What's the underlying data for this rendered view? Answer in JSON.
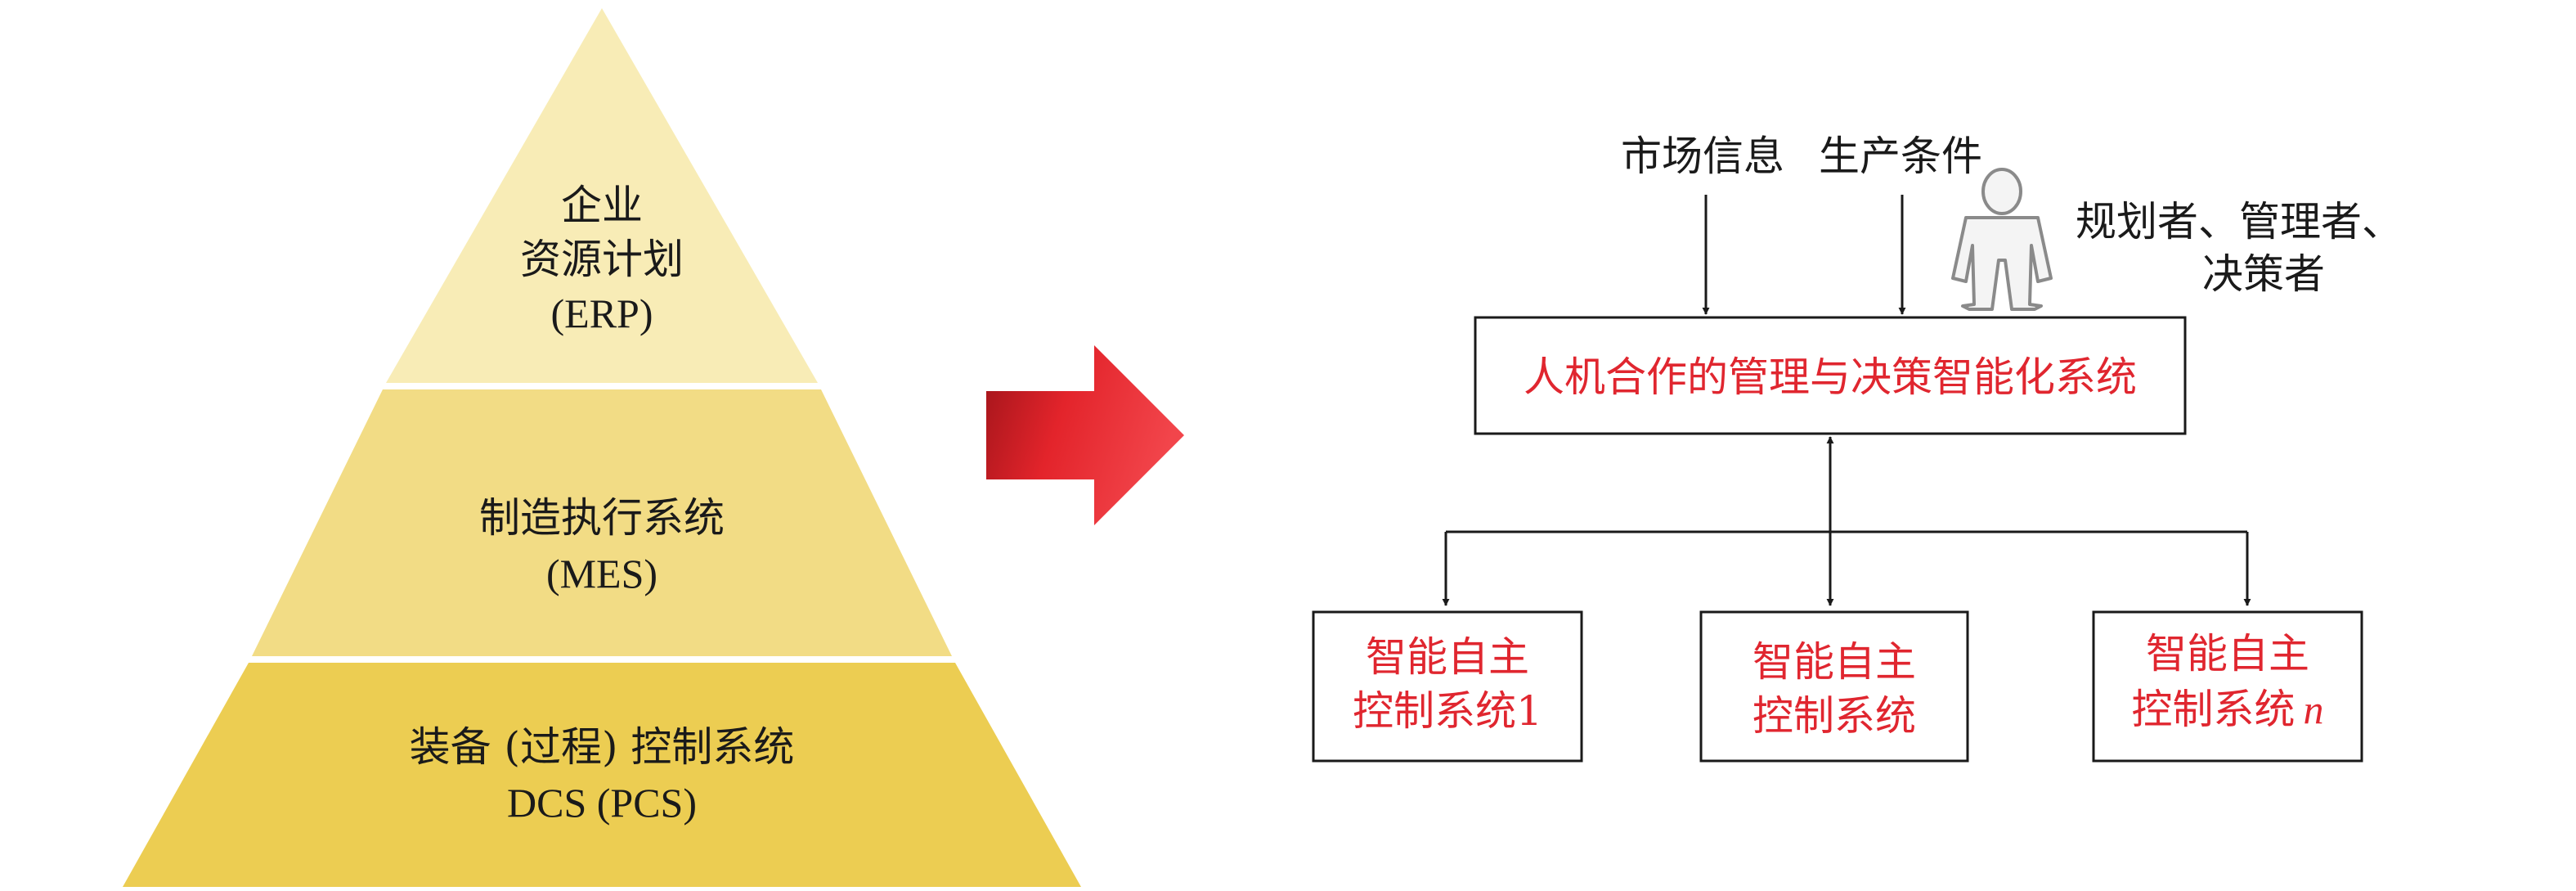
{
  "pyramid": {
    "top": {
      "lines": [
        "企业",
        "资源计划",
        "(ERP)"
      ]
    },
    "middle": {
      "lines": [
        "制造执行系统",
        "(MES)"
      ]
    },
    "bottom": {
      "lines": [
        "装备 (过程) 控制系统",
        "DCS (PCS)"
      ]
    },
    "colors": {
      "top": "#f8ecb6",
      "middle": "#f2dc85",
      "bottom": "#eccd52"
    }
  },
  "arrow": {
    "color": "#e3242b"
  },
  "inputs": {
    "market": "市场信息",
    "production": "生产条件"
  },
  "person": {
    "icon": "person-icon",
    "label_line1": "规划者、管理者、",
    "label_line2": "决策者"
  },
  "main_box": {
    "label": "人机合作的管理与决策智能化系统"
  },
  "subsystems": [
    {
      "line1": "智能自主",
      "line2": "控制系统1"
    },
    {
      "line1": "智能自主",
      "line2": "控制系统"
    },
    {
      "line1": "智能自主",
      "line2": "控制系统",
      "suffix": "n"
    }
  ]
}
